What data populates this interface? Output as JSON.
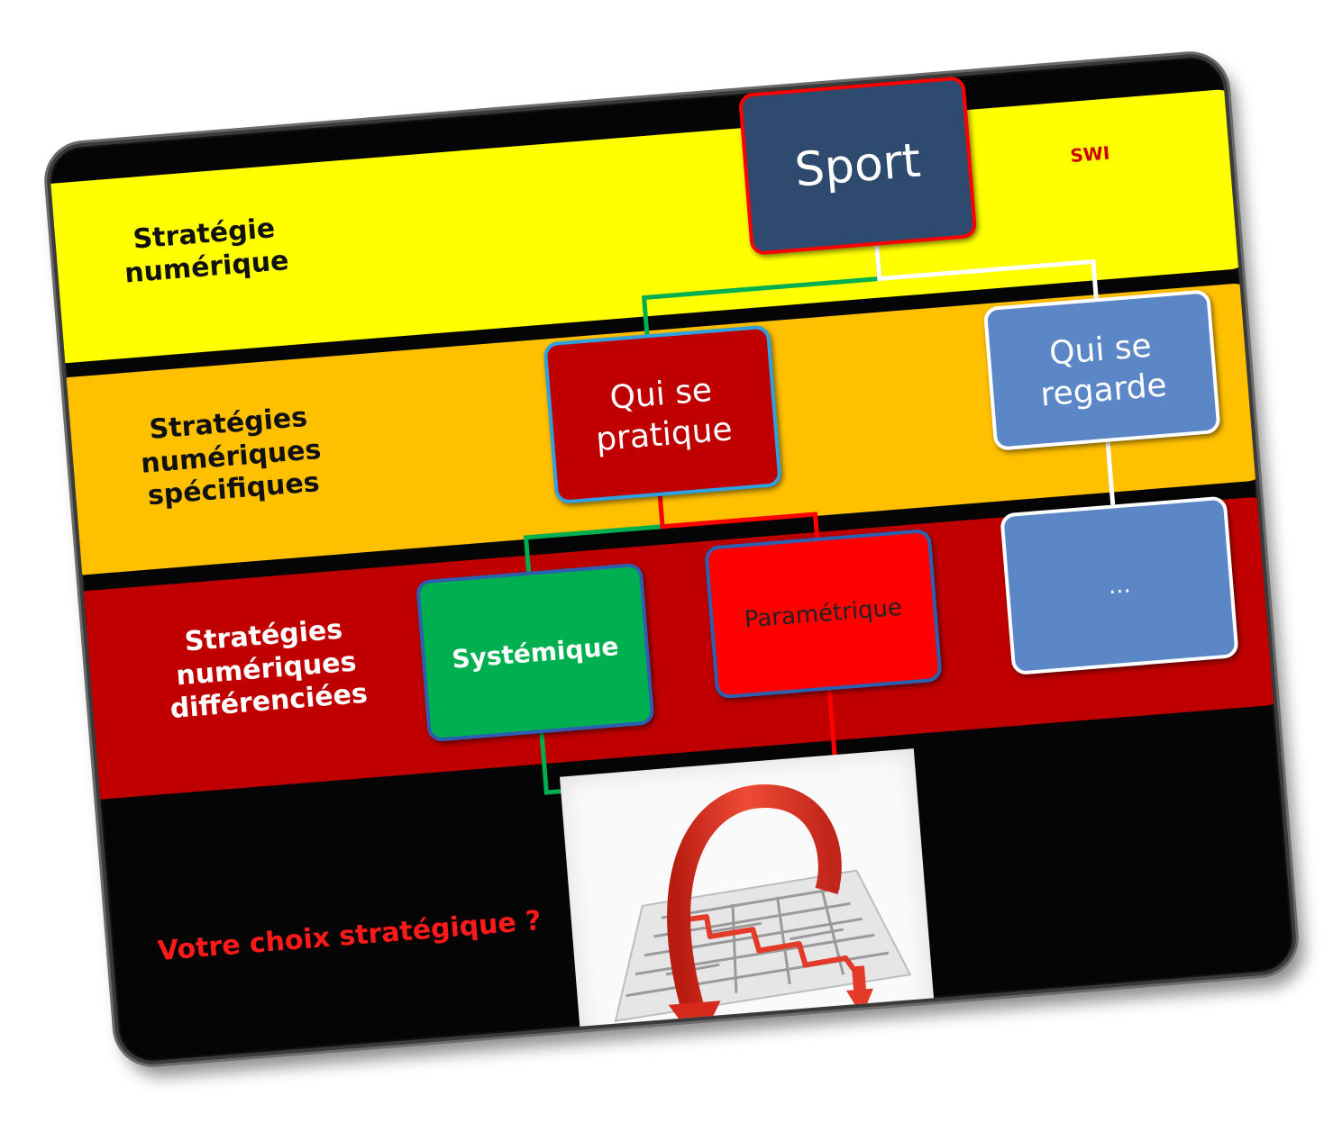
{
  "bands": {
    "level1": {
      "label_line1": "Stratégie",
      "label_line2": "numérique",
      "color": "#ffff00"
    },
    "level2": {
      "label_line1": "Stratégies",
      "label_line2": "numériques",
      "label_line3": "spécifiques",
      "color": "#ffc000"
    },
    "level3": {
      "label_line1": "Stratégies",
      "label_line2": "numériques",
      "label_line3": "différenciées",
      "color": "#c00000"
    }
  },
  "nodes": {
    "sport": {
      "label": "Sport",
      "fill": "#2e4a6e",
      "border": "#ff0000"
    },
    "swi": {
      "label": "SWI",
      "color": "#cc0000"
    },
    "pratique": {
      "line1": "Qui se",
      "line2": "pratique",
      "fill": "#c00000",
      "border": "#2fa0e0"
    },
    "regarde": {
      "line1": "Qui se",
      "line2": "regarde",
      "fill": "#5b87c7",
      "border": "#ffffff"
    },
    "systemique": {
      "label": "Systémique",
      "fill": "#00b050",
      "border": "#2d5fb0"
    },
    "parametrique": {
      "label": "Paramétrique",
      "fill": "#ff0000",
      "border": "#2d5fb0"
    },
    "ellipsis": {
      "label": "...",
      "fill": "#5b87c7",
      "border": "#ffffff"
    }
  },
  "question": {
    "label": "Votre choix stratégique ?",
    "color": "#ff1a1a"
  },
  "connectors": {
    "green": "#00b050",
    "red": "#ff0000",
    "white": "#ffffff"
  },
  "image": {
    "name": "maze-with-arrows-icon"
  }
}
